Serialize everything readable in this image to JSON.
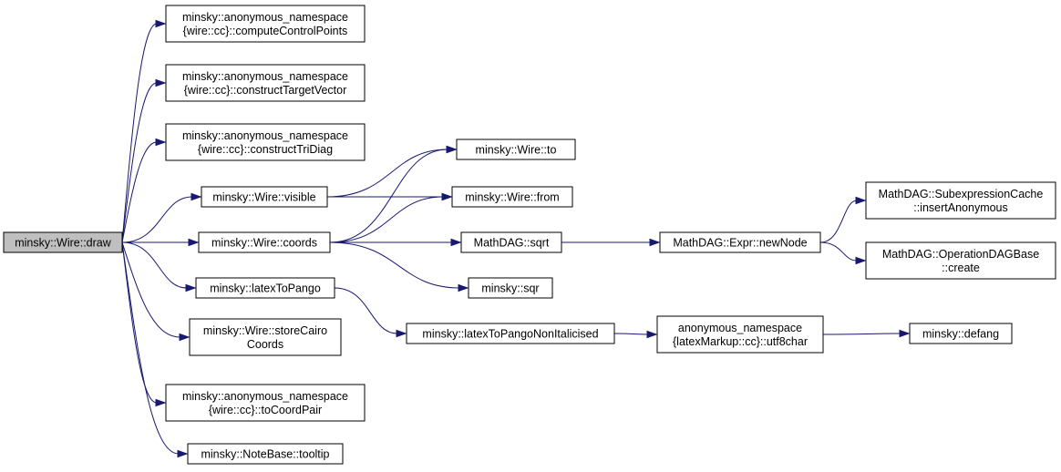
{
  "nodes": {
    "draw": {
      "lines": [
        "minsky::Wire::draw"
      ]
    },
    "computeControlPoints": {
      "lines": [
        "minsky::anonymous_namespace",
        "{wire::cc}::computeControlPoints"
      ]
    },
    "constructTargetVector": {
      "lines": [
        "minsky::anonymous_namespace",
        "{wire::cc}::constructTargetVector"
      ]
    },
    "constructTriDiag": {
      "lines": [
        "minsky::anonymous_namespace",
        "{wire::cc}::constructTriDiag"
      ]
    },
    "visible": {
      "lines": [
        "minsky::Wire::visible"
      ]
    },
    "coords": {
      "lines": [
        "minsky::Wire::coords"
      ]
    },
    "latexToPango": {
      "lines": [
        "minsky::latexToPango"
      ]
    },
    "storeCairoCoords": {
      "lines": [
        "minsky::Wire::storeCairo",
        "Coords"
      ]
    },
    "toCoordPair": {
      "lines": [
        "minsky::anonymous_namespace",
        "{wire::cc}::toCoordPair"
      ]
    },
    "tooltip": {
      "lines": [
        "minsky::NoteBase::tooltip"
      ]
    },
    "to": {
      "lines": [
        "minsky::Wire::to"
      ]
    },
    "from": {
      "lines": [
        "minsky::Wire::from"
      ]
    },
    "sqrt": {
      "lines": [
        "MathDAG::sqrt"
      ]
    },
    "sqr": {
      "lines": [
        "minsky::sqr"
      ]
    },
    "latexNonItal": {
      "lines": [
        "minsky::latexToPangoNonItalicised"
      ]
    },
    "newNode": {
      "lines": [
        "MathDAG::Expr::newNode"
      ]
    },
    "utf8char": {
      "lines": [
        "anonymous_namespace",
        "{latexMarkup::cc}::utf8char"
      ]
    },
    "insertAnonymous": {
      "lines": [
        "MathDAG::SubexpressionCache",
        "::insertAnonymous"
      ]
    },
    "create": {
      "lines": [
        "MathDAG::OperationDAGBase",
        "::create"
      ]
    },
    "defang": {
      "lines": [
        "minsky::defang"
      ]
    }
  },
  "edges": [
    [
      "draw",
      "computeControlPoints"
    ],
    [
      "draw",
      "constructTargetVector"
    ],
    [
      "draw",
      "constructTriDiag"
    ],
    [
      "draw",
      "visible"
    ],
    [
      "draw",
      "coords"
    ],
    [
      "draw",
      "latexToPango"
    ],
    [
      "draw",
      "storeCairoCoords"
    ],
    [
      "draw",
      "toCoordPair"
    ],
    [
      "draw",
      "tooltip"
    ],
    [
      "visible",
      "to"
    ],
    [
      "visible",
      "from"
    ],
    [
      "coords",
      "to"
    ],
    [
      "coords",
      "from"
    ],
    [
      "coords",
      "sqrt"
    ],
    [
      "coords",
      "sqr"
    ],
    [
      "sqrt",
      "newNode"
    ],
    [
      "newNode",
      "insertAnonymous"
    ],
    [
      "newNode",
      "create"
    ],
    [
      "latexToPango",
      "latexNonItal"
    ],
    [
      "latexNonItal",
      "utf8char"
    ],
    [
      "utf8char",
      "defang"
    ]
  ],
  "colors": {
    "edge": "#191970",
    "root_fill": "#bfbfbf",
    "node_fill": "#ffffff"
  }
}
